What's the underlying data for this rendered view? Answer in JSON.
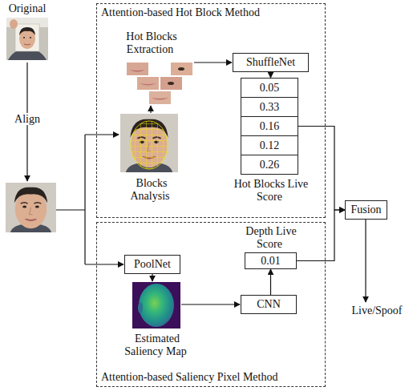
{
  "diagram": {
    "nodes": [
      {
        "text": [
          "Attention-based Hot Block Method"
        ]
      },
      {
        "text": [
          "ShuffleNet"
        ],
        "in": 0
      },
      {
        "text": [
          "0.05"
        ],
        "in": 0
      },
      {
        "text": [
          "0.33"
        ],
        "in": 0
      },
      {
        "text": [
          "0.16"
        ],
        "in": 0
      },
      {
        "text": [
          "0.12"
        ],
        "in": 0
      },
      {
        "text": [
          "0.26"
        ],
        "in": 0
      },
      {
        "text": [
          "Attention-based Saliency Pixel Method"
        ]
      },
      {
        "text": [
          "PoolNet"
        ],
        "in": 7
      },
      {
        "text": [
          "CNN"
        ],
        "in": 7
      },
      {
        "text": [
          "0.01"
        ],
        "in": 7
      },
      {
        "text": [
          "Fusion"
        ]
      }
    ],
    "edges": [
      {
        "from": 1,
        "to": 2,
        "arrow": "to"
      },
      {
        "from": 4,
        "to": 11,
        "arrow": "to"
      },
      {
        "from": 10,
        "to": 11,
        "arrow": "to"
      },
      {
        "from": 9,
        "to": 10,
        "arrow": "to"
      }
    ],
    "labels": [
      "Original",
      "Align",
      "Hot Blocks Extraction",
      "Blocks Analysis",
      "Hot Blocks Live Score",
      "Depth Live Score",
      "Estimated Saliency Map",
      "Live/Spoof"
    ]
  }
}
